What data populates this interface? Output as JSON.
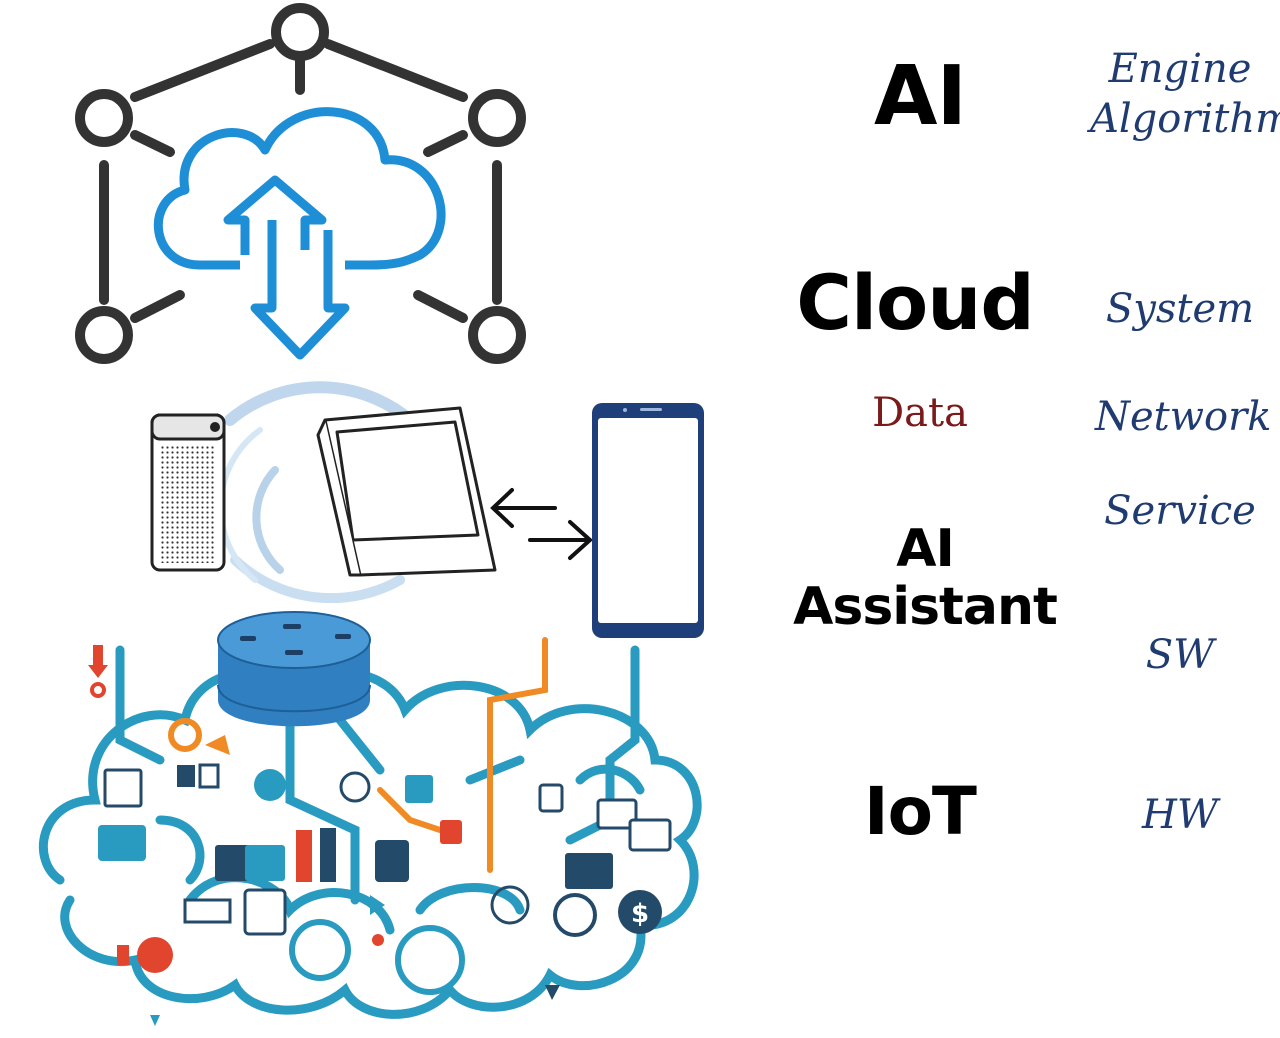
{
  "labels": {
    "ai": "AI",
    "cloud": "Cloud",
    "data": "Data",
    "ai_assistant_line1": "AI",
    "ai_assistant_line2": "Assistant",
    "iot": "IoT"
  },
  "descriptors": {
    "engine": "Engine",
    "algorithm": "Algorithm",
    "system": "System",
    "network": "Network",
    "service": "Service",
    "sw": "SW",
    "hw": "HW"
  },
  "colors": {
    "cloud_blue": "#1e8fd6",
    "node_gray": "#333333",
    "iot_teal": "#2a9bc0",
    "iot_orange": "#f08a24",
    "iot_red": "#e2452d",
    "iot_dark": "#244a6a",
    "serif_navy": "#1f3b70",
    "data_red": "#7a1a1a"
  },
  "icons": [
    "cloud-network-icon",
    "smart-speaker-icon",
    "smart-display-icon",
    "smartphone-icon",
    "echo-dot-icon",
    "iot-cloud-illustration"
  ]
}
